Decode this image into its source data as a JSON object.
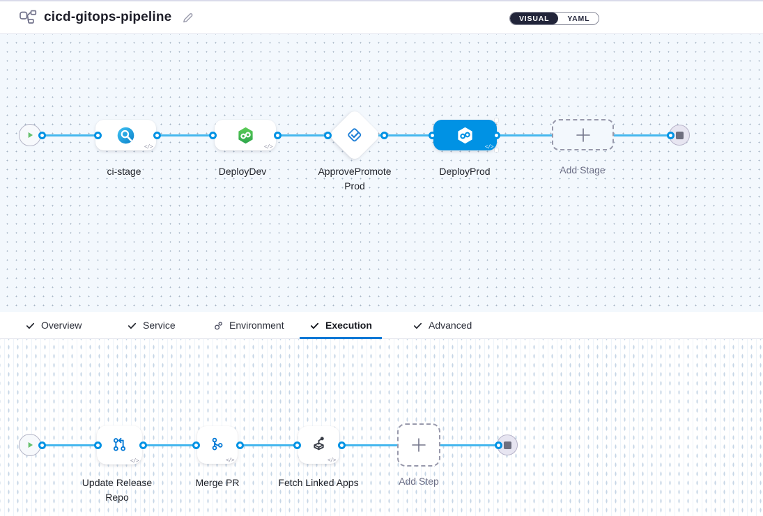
{
  "header": {
    "title": "cicd-gitops-pipeline",
    "view_toggle": {
      "visual": "VISUAL",
      "yaml": "YAML"
    }
  },
  "stage_pipeline": {
    "nodes": [
      {
        "label": "ci-stage",
        "kind": "ci"
      },
      {
        "label": "DeployDev",
        "kind": "cd"
      },
      {
        "label": "ApprovePromoteProd",
        "kind": "approval"
      },
      {
        "label": "DeployProd",
        "kind": "cd",
        "selected": true
      },
      {
        "label": "Add Stage",
        "kind": "add-stage"
      }
    ]
  },
  "tabs": [
    {
      "label": "Overview",
      "icon": "check"
    },
    {
      "label": "Service",
      "icon": "check"
    },
    {
      "label": "Environment",
      "icon": "environment"
    },
    {
      "label": "Execution",
      "icon": "check",
      "active": true
    },
    {
      "label": "Advanced",
      "icon": "check"
    }
  ],
  "execution_pipeline": {
    "nodes": [
      {
        "label": "Update Release Repo",
        "kind": "update-release-repo"
      },
      {
        "label": "Merge PR",
        "kind": "merge-pr"
      },
      {
        "label": "Fetch Linked Apps",
        "kind": "fetch-linked-apps"
      },
      {
        "label": "Add Step",
        "kind": "add-step"
      }
    ]
  },
  "glyphs": {
    "code": "</>"
  },
  "colors": {
    "accent_blue": "#0092e4",
    "connector_blue": "#45b7ee",
    "tab_underline": "#0278d5",
    "cd_green": "#41bb50",
    "ci_blue": "#1ea7e8",
    "play_green": "#66c16d",
    "toggle_dark": "#22253a",
    "stage_canvas_bg": "#f3f8fd"
  }
}
